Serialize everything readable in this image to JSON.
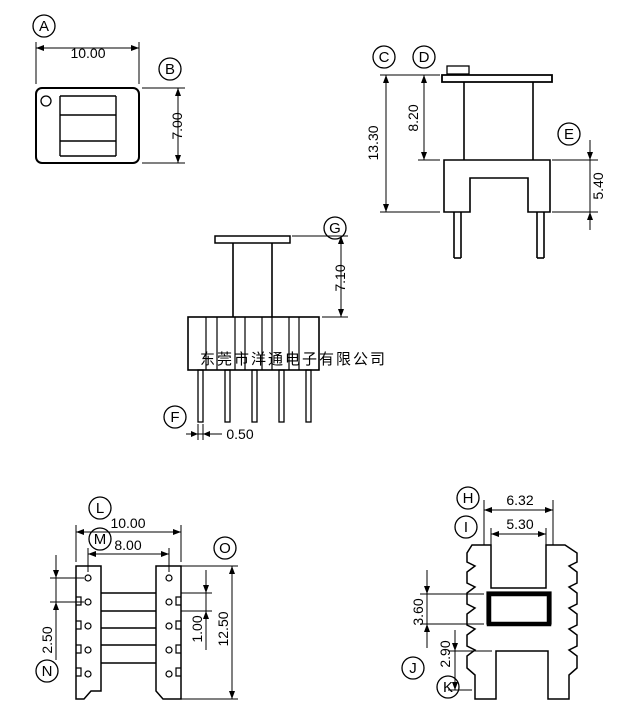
{
  "labels": {
    "A": "A",
    "B": "B",
    "C": "C",
    "D": "D",
    "E": "E",
    "F": "F",
    "G": "G",
    "H": "H",
    "I": "I",
    "J": "J",
    "K": "K",
    "L": "L",
    "M": "M",
    "N": "N",
    "O": "O"
  },
  "dimensions": {
    "a_width": "10.00",
    "b_height": "7.00",
    "c_total_height": "13.30",
    "d_body_height": "8.20",
    "e_pin_length": "5.40",
    "g_height": "7.10",
    "f_pin_width": "0.50",
    "l_width": "10.00",
    "m_width": "8.00",
    "n_pitch": "2.50",
    "o_slot": "1.00",
    "o_height": "12.50",
    "h_outer": "6.32",
    "i_inner": "5.30",
    "j_window": "3.60",
    "k_base": "2.90"
  },
  "watermark": "东莞市洋通电子有限公司"
}
